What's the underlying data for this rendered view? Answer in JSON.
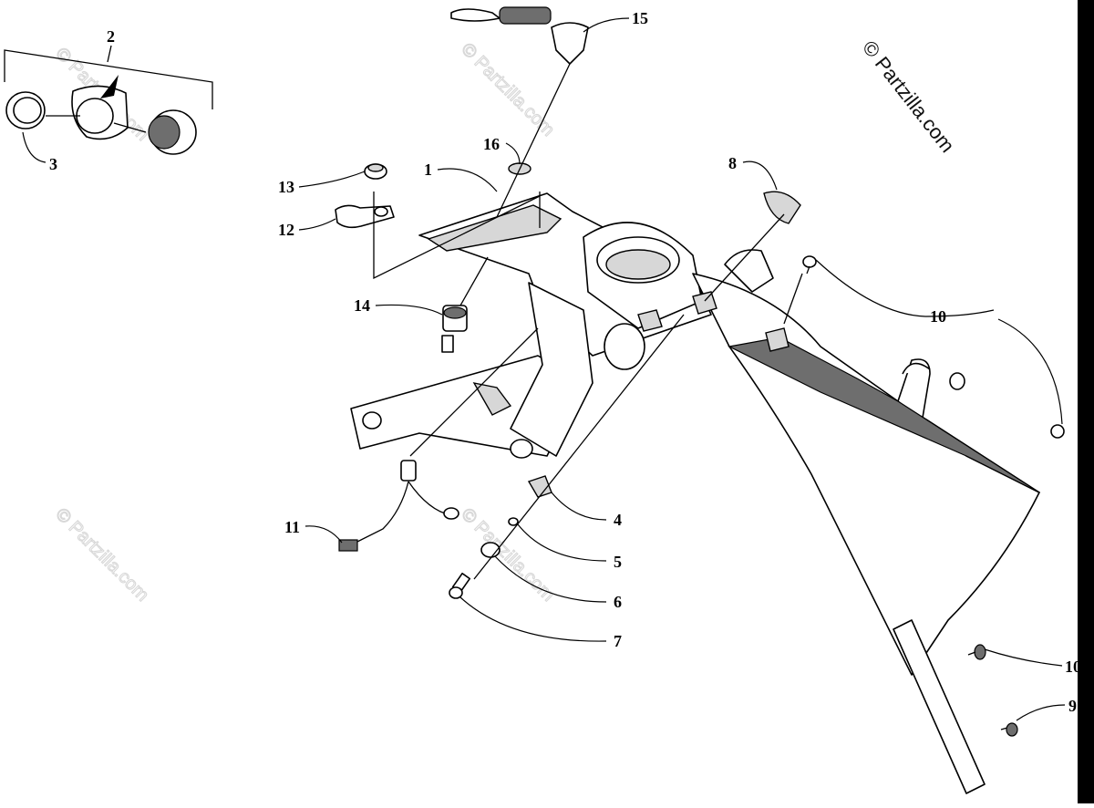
{
  "watermark": {
    "main": "© Partzilla.com",
    "faint": "© Partzilla.com"
  },
  "callouts": {
    "c1": "1",
    "c2": "2",
    "c3": "3",
    "c4": "4",
    "c5": "5",
    "c6": "6",
    "c7": "7",
    "c8": "8",
    "c9": "9",
    "c10a": "10",
    "c10b": "10",
    "c11": "11",
    "c12": "12",
    "c13": "13",
    "c14": "14",
    "c15": "15",
    "c16": "16"
  }
}
